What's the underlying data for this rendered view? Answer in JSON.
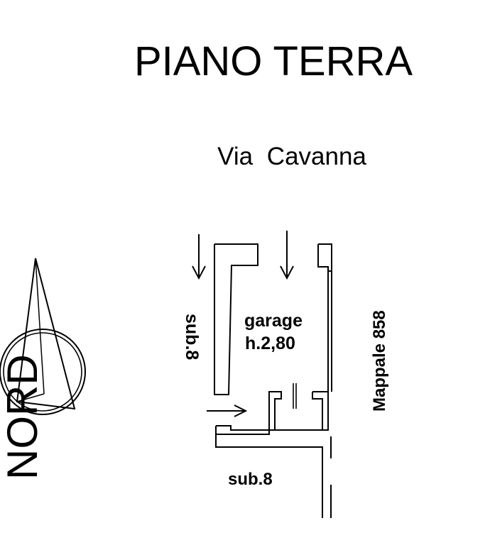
{
  "title": "PIANO TERRA",
  "street": "Via  Cavanna",
  "rooms": {
    "garage_name": "garage",
    "garage_height": "h.2,80",
    "sub_left": "sub.8",
    "sub_bottom": "sub.8"
  },
  "neighbour": "Mappale 858",
  "north": "NORD"
}
